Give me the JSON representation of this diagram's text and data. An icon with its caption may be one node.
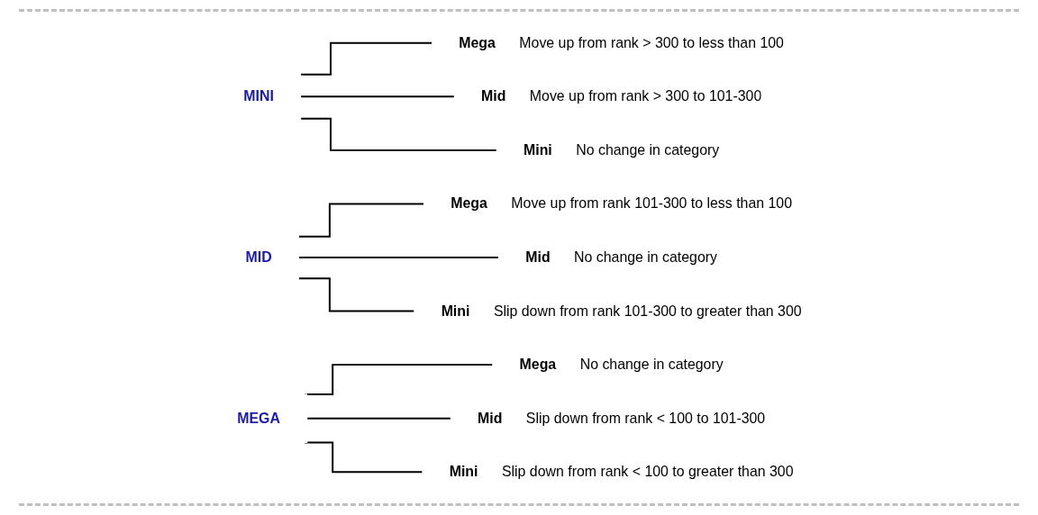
{
  "diagram": {
    "nodes": [
      {
        "text": [
          "MINI"
        ]
      },
      {
        "text": [
          "Mega",
          "Move up from rank > 300 to less than 100"
        ]
      },
      {
        "text": [
          "Mid",
          "Move up from rank > 300 to 101-300"
        ]
      },
      {
        "text": [
          "Mini",
          "No change in category"
        ]
      },
      {
        "text": [
          "MID"
        ]
      },
      {
        "text": [
          "Mega",
          "Move up from rank 101-300 to less than 100"
        ]
      },
      {
        "text": [
          "Mid",
          "No change in category"
        ]
      },
      {
        "text": [
          "Mini",
          "Slip down from rank 101-300 to greater than 300"
        ]
      },
      {
        "text": [
          "MEGA"
        ]
      },
      {
        "text": [
          "Mega",
          "No change in category"
        ]
      },
      {
        "text": [
          "Mid",
          "Slip down from rank < 100 to 101-300"
        ]
      },
      {
        "text": [
          "Mini",
          "Slip down from rank < 100 to greater than 300"
        ]
      }
    ],
    "edges": [
      {
        "from": 0,
        "to": 1,
        "arrow": "none"
      },
      {
        "from": 0,
        "to": 2,
        "arrow": "none"
      },
      {
        "from": 0,
        "to": 3,
        "arrow": "none"
      },
      {
        "from": 4,
        "to": 5,
        "arrow": "none"
      },
      {
        "from": 4,
        "to": 6,
        "arrow": "none"
      },
      {
        "from": 4,
        "to": 7,
        "arrow": "none"
      },
      {
        "from": 8,
        "to": 9,
        "arrow": "none"
      },
      {
        "from": 8,
        "to": 10,
        "arrow": "none"
      },
      {
        "from": 8,
        "to": 11,
        "arrow": "none"
      }
    ]
  }
}
